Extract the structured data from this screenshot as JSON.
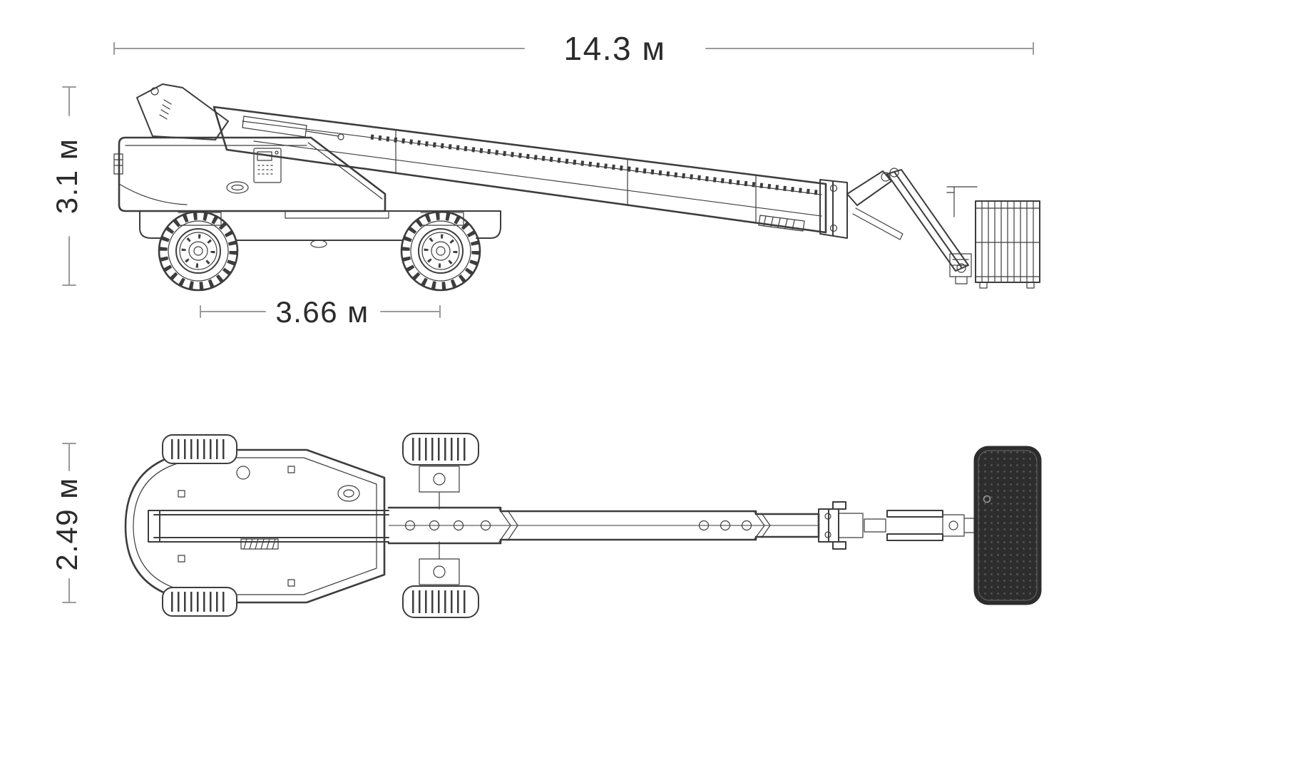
{
  "diagram": {
    "dimensions": {
      "overall_length": "14.3 м",
      "overall_height": "3.1 м",
      "wheelbase": "3.66 м",
      "overall_width": "2.49 м"
    },
    "colors": {
      "line": "#3d3d3d",
      "dimension_line": "#9b9b9b",
      "text": "#2b2b2b",
      "platform_fill": "#2d2d2d",
      "background": "#ffffff"
    }
  }
}
